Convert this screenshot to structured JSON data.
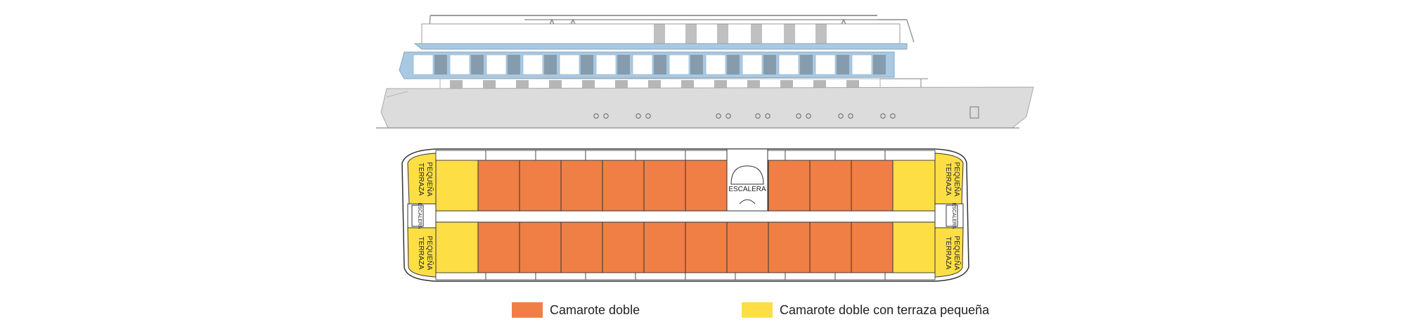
{
  "colors": {
    "double_cabin": "#EF7F45",
    "terrace_cabin": "#FDDF45",
    "hull": "#DCDCDC",
    "deck_blue": "#A9C8E1",
    "outline": "#333333"
  },
  "plan": {
    "stair_center_label": "ESCALERA",
    "stair_left_label": "ESCALERA",
    "stair_right_label": "ESCALERA",
    "terrace_labels": [
      [
        "TERRAZA",
        "PEQUEÑA"
      ],
      [
        "TERRAZA",
        "PEQUEÑA"
      ],
      [
        "TERRAZA",
        "PEQUEÑA"
      ],
      [
        "TERRAZA",
        "PEQUEÑA"
      ]
    ]
  },
  "legend": {
    "double_cabin_label": "Camarote doble",
    "terrace_cabin_label": "Camarote doble con terraza pequeña"
  }
}
